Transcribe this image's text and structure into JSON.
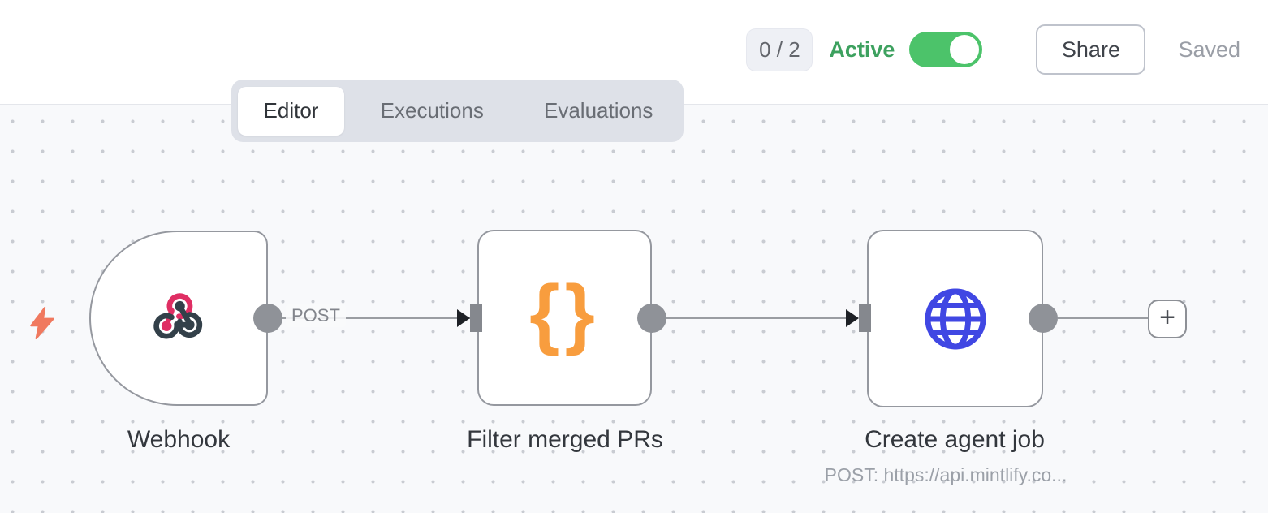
{
  "header": {
    "counter": "0 / 2",
    "active_label": "Active",
    "active_state": "on",
    "share_label": "Share",
    "saved_label": "Saved"
  },
  "tabs": [
    {
      "label": "Editor",
      "active": true
    },
    {
      "label": "Executions",
      "active": false
    },
    {
      "label": "Evaluations",
      "active": false
    }
  ],
  "workflow": {
    "nodes": [
      {
        "label": "Webhook",
        "type": "webhook-trigger",
        "icon": "webhook-icon",
        "output_label": "POST"
      },
      {
        "label": "Filter merged PRs",
        "type": "code",
        "icon": "curly-braces-icon"
      },
      {
        "label": "Create agent job",
        "type": "http-request",
        "icon": "globe-icon",
        "subtitle": "POST: https://api.mintlify.co..."
      }
    ],
    "add_node_label": "+"
  },
  "colors": {
    "canvas_bg": "#f8f9fb",
    "grid_dot": "#c9ccd2",
    "node_border": "#95989f",
    "connector_gray": "#8f9298",
    "active_green": "#3da15f",
    "toggle_green": "#4cc36a",
    "webhook_pink": "#df2e63",
    "webhook_slate": "#334049",
    "code_orange": "#f89d3e",
    "http_blue": "#4047e3",
    "trigger_bolt_coral": "#f0795f"
  }
}
